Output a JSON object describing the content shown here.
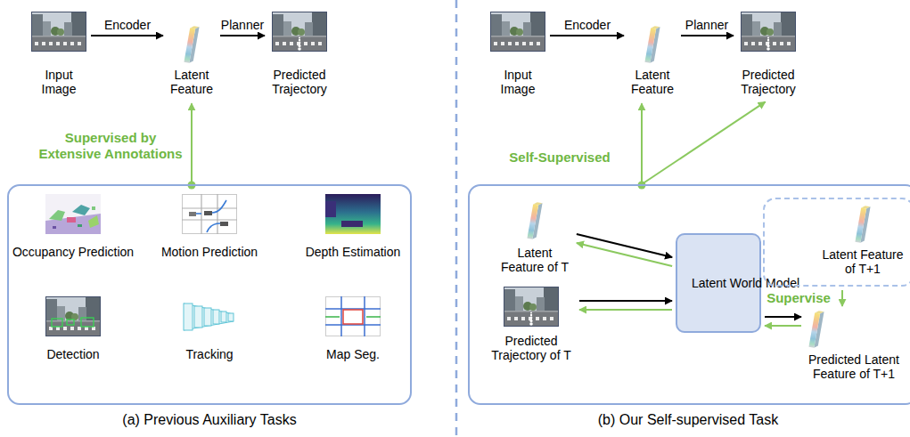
{
  "diagram": {
    "nodes": [
      {
        "text": [
          "Input Image"
        ]
      },
      {
        "text": [
          "Latent Feature"
        ]
      },
      {
        "text": [
          "Predicted Trajectory"
        ]
      },
      {
        "text": []
      },
      {
        "text": [
          "Occupancy Prediction"
        ],
        "in": 3
      },
      {
        "text": [
          "Motion Prediction"
        ],
        "in": 3
      },
      {
        "text": [
          "Depth Estimation"
        ],
        "in": 3
      },
      {
        "text": [
          "Detection"
        ],
        "in": 3
      },
      {
        "text": [
          "Tracking"
        ],
        "in": 3
      },
      {
        "text": [
          "Map Seg."
        ],
        "in": 3
      },
      {
        "text": [
          "Input Image"
        ]
      },
      {
        "text": [
          "Latent Feature"
        ]
      },
      {
        "text": [
          "Predicted Trajectory"
        ]
      },
      {
        "text": []
      },
      {
        "text": [
          "Latent Feature of T"
        ],
        "in": 13
      },
      {
        "text": [
          "Latent World Model"
        ],
        "in": 13
      },
      {
        "text": [
          "Latent Feature of T+1"
        ],
        "in": 13
      },
      {
        "text": [
          "Predicted Trajectory of T"
        ],
        "in": 13
      },
      {
        "text": [
          "Predicted Latent Feature of T+1"
        ],
        "in": 13
      }
    ],
    "edges": [
      {
        "from": 0,
        "to": 1,
        "arrow": "to",
        "label": "Encoder"
      },
      {
        "from": 1,
        "to": 2,
        "arrow": "to",
        "label": "Planner"
      },
      {
        "from": 3,
        "to": 1,
        "arrow": "to",
        "label": "Supervised by Extensive Annotations"
      },
      {
        "from": 10,
        "to": 11,
        "arrow": "to",
        "label": "Encoder"
      },
      {
        "from": 11,
        "to": 12,
        "arrow": "to",
        "label": "Planner"
      },
      {
        "from": 13,
        "to": 11,
        "arrow": "to",
        "label": "Self-Supervised"
      },
      {
        "from": 13,
        "to": 12,
        "arrow": "to"
      },
      {
        "from": 14,
        "to": 15,
        "arrow": "to"
      },
      {
        "from": 15,
        "to": 14,
        "arrow": "to"
      },
      {
        "from": 17,
        "to": 15,
        "arrow": "to"
      },
      {
        "from": 15,
        "to": 17,
        "arrow": "to"
      },
      {
        "from": 15,
        "to": 18,
        "arrow": "to"
      },
      {
        "from": 18,
        "to": 15,
        "arrow": "to"
      },
      {
        "from": 16,
        "to": 18,
        "arrow": "to",
        "label": "Supervise"
      }
    ],
    "labels": [
      "(a) Previous Auxiliary Tasks",
      "(b) Our Self-supervised Task"
    ]
  }
}
